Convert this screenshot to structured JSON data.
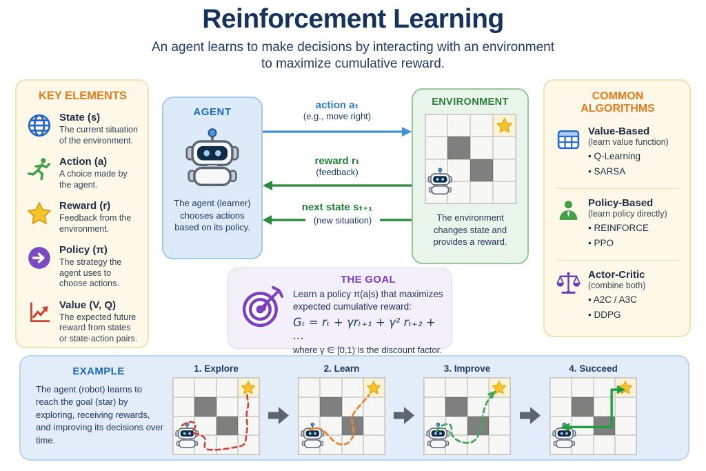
{
  "header": {
    "title": "Reinforcement Learning",
    "subtitle_line1": "An agent learns to make decisions by interacting with an environment",
    "subtitle_line2": "to maximize cumulative reward."
  },
  "key_elements": {
    "title": "KEY ELEMENTS",
    "items": [
      {
        "icon": "globe-icon",
        "name": "State (s)",
        "desc": "The current situation of the environment."
      },
      {
        "icon": "runner-icon",
        "name": "Action (a)",
        "desc": "A choice made by the agent."
      },
      {
        "icon": "star-icon",
        "name": "Reward (r)",
        "desc": "Feedback from the environment."
      },
      {
        "icon": "policy-arrow-icon",
        "name": "Policy (π)",
        "desc": "The strategy the agent uses to choose actions."
      },
      {
        "icon": "value-chart-icon",
        "name": "Value (V, Q)",
        "desc": "The expected future reward from states or state-action pairs."
      }
    ]
  },
  "agent": {
    "title": "AGENT",
    "desc": "The agent (learner) chooses actions based on its policy."
  },
  "environment": {
    "title": "ENVIRONMENT",
    "desc": "The environment changes state and provides a reward."
  },
  "arrows": {
    "action": {
      "label": "action aₜ",
      "sub": "(e.g., move right)",
      "color": "#4090dc"
    },
    "reward": {
      "label": "reward rₜ",
      "sub": "(feedback)",
      "color": "#2a8a3c"
    },
    "next_state": {
      "label": "next state sₜ₊₁",
      "sub": "(new situation)",
      "color": "#2a8a3c"
    }
  },
  "goal": {
    "title": "THE GOAL",
    "line1": "Learn a policy π(a|s) that maximizes",
    "line2": "expected cumulative reward:",
    "formula": "Gₜ = rₜ + γrₜ₊₁ + γ² rₜ₊₂ + …",
    "note": "where γ ∈ [0,1) is the discount factor."
  },
  "algorithms": {
    "title": "COMMON ALGORITHMS",
    "groups": [
      {
        "icon": "table-icon",
        "name": "Value-Based",
        "sub": "(learn value function)",
        "bullets": [
          "Q-Learning",
          "SARSA"
        ]
      },
      {
        "icon": "person-icon",
        "name": "Policy-Based",
        "sub": "(learn policy directly)",
        "bullets": [
          "REINFORCE",
          "PPO"
        ]
      },
      {
        "icon": "scales-icon",
        "name": "Actor-Critic",
        "sub": "(combine both)",
        "bullets": [
          "A2C / A3C",
          "DDPG"
        ]
      }
    ]
  },
  "example": {
    "title": "EXAMPLE",
    "desc": "The agent (robot) learns to reach the goal (star) by exploring, receiving rewards, and improving its decisions over time.",
    "stages": [
      {
        "label": "1. Explore",
        "path_color": "#cf4337",
        "path_style": "dashed"
      },
      {
        "label": "2. Learn",
        "path_color": "#ee8430",
        "path_style": "dashed"
      },
      {
        "label": "3. Improve",
        "path_color": "#44a854",
        "path_style": "dashed"
      },
      {
        "label": "4. Succeed",
        "path_color": "#1f9e3e",
        "path_style": "solid"
      }
    ]
  },
  "grid_world": {
    "rows": 4,
    "cols": 4,
    "star": [
      0,
      3
    ],
    "blocks": [
      [
        1,
        1
      ],
      [
        2,
        2
      ]
    ],
    "robot": [
      3,
      0
    ]
  },
  "colors": {
    "title_navy": "#16335e",
    "body_navy": "#1d3a66",
    "accent_orange": "#e87a1e",
    "agent_blue": "#1668c7",
    "env_green": "#2c7d36",
    "goal_purple": "#7b3fc0",
    "panel_cream_bg": "#fdf8e8",
    "agent_bg": "#ddebf9",
    "env_bg": "#e9f5ea",
    "goal_bg": "#f4f0fa",
    "example_bg": "#e3edf9",
    "arrow_blue": "#4090dc",
    "arrow_green": "#2a8a3c",
    "obstacle_gray": "#7f7f7f",
    "star_yellow": "#f7c32a",
    "step_arrow_gray": "#5c6470"
  }
}
